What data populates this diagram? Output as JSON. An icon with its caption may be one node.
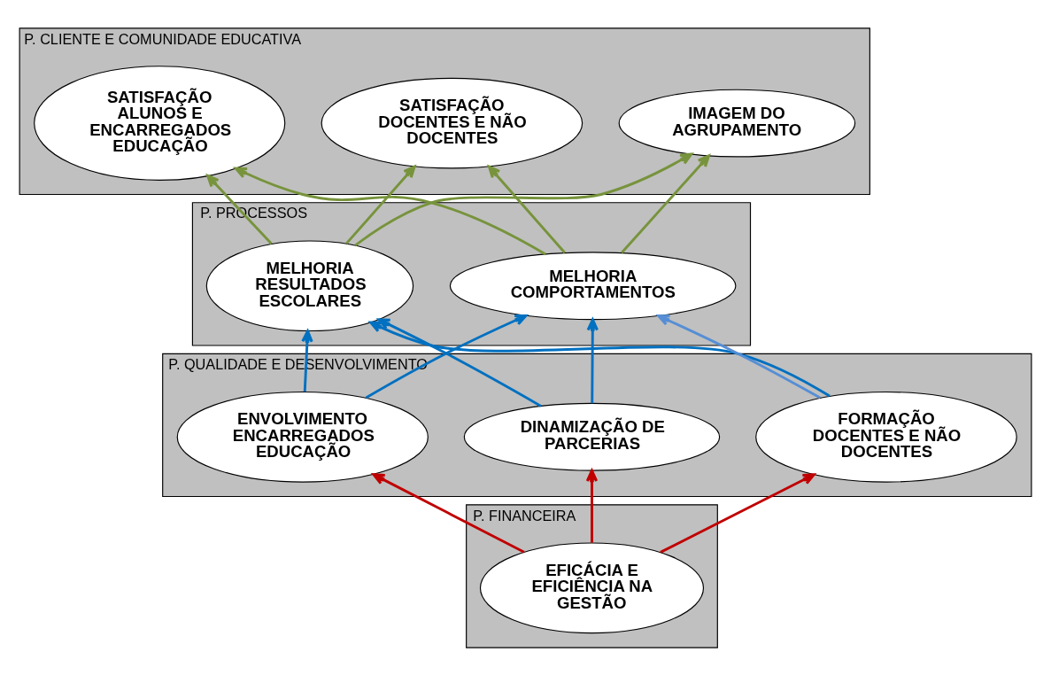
{
  "diagram": {
    "nodes": [
      {
        "text": [
          "P. CLIENTE E COMUNIDADE EDUCATIVA"
        ]
      },
      {
        "text": [
          "IMAGEM DO AGRUPAMENTO"
        ],
        "in": 0
      },
      {
        "text": [
          "SATISFAÇÃO ALUNOS E ENCARREGADOS EDUCAÇÃO"
        ],
        "in": 0
      },
      {
        "text": [
          "SATISFAÇÃO DOCENTES E NÃO DOCENTES"
        ],
        "in": 0
      },
      {
        "text": [
          "P. PROCESSOS"
        ]
      },
      {
        "text": [
          "MELHORIA RESULTADOS ESCOLARES"
        ],
        "in": 4
      },
      {
        "text": [
          "MELHORIA COMPORTAMENTOS"
        ],
        "in": 4
      },
      {
        "text": [
          "P. QUALIDADE E DESENVOLVIMENTO"
        ]
      },
      {
        "text": [
          "FORMAÇÃO DOCENTES E NÃO DOCENTES"
        ],
        "in": 7
      },
      {
        "text": [
          "ENVOLVIMENTO ENCARREGADOS EDUCAÇÃO"
        ],
        "in": 7
      },
      {
        "text": [
          "DINAMIZAÇÃO DE PARCERIAS"
        ],
        "in": 7
      },
      {
        "text": [
          "P. FINANCEIRA"
        ]
      },
      {
        "text": [
          "EFICÁCIA E EFICIÊNCIA NA GESTÃO"
        ],
        "in": 11
      }
    ],
    "edges": [
      {
        "from": 5,
        "to": 1,
        "arrow": "to",
        "color": "#77933c"
      },
      {
        "from": 5,
        "to": 2,
        "arrow": "to",
        "color": "#77933c"
      },
      {
        "from": 5,
        "to": 3,
        "arrow": "to",
        "color": "#77933c"
      },
      {
        "from": 6,
        "to": 1,
        "arrow": "to",
        "color": "#77933c"
      },
      {
        "from": 6,
        "to": 2,
        "arrow": "to",
        "color": "#77933c"
      },
      {
        "from": 6,
        "to": 3,
        "arrow": "to",
        "color": "#77933c"
      },
      {
        "from": 8,
        "to": 5,
        "arrow": "to",
        "color": "#0070c0"
      },
      {
        "from": 8,
        "to": 6,
        "arrow": "to",
        "color": "#558ed5"
      },
      {
        "from": 9,
        "to": 5,
        "arrow": "to",
        "color": "#0070c0"
      },
      {
        "from": 9,
        "to": 6,
        "arrow": "to",
        "color": "#0070c0"
      },
      {
        "from": 10,
        "to": 5,
        "arrow": "to",
        "color": "#0070c0"
      },
      {
        "from": 10,
        "to": 6,
        "arrow": "to",
        "color": "#0070c0"
      },
      {
        "from": 12,
        "to": 8,
        "arrow": "to",
        "color": "#c00000"
      },
      {
        "from": 12,
        "to": 9,
        "arrow": "to",
        "color": "#c00000"
      },
      {
        "from": 12,
        "to": 10,
        "arrow": "to",
        "color": "#c00000"
      }
    ]
  }
}
